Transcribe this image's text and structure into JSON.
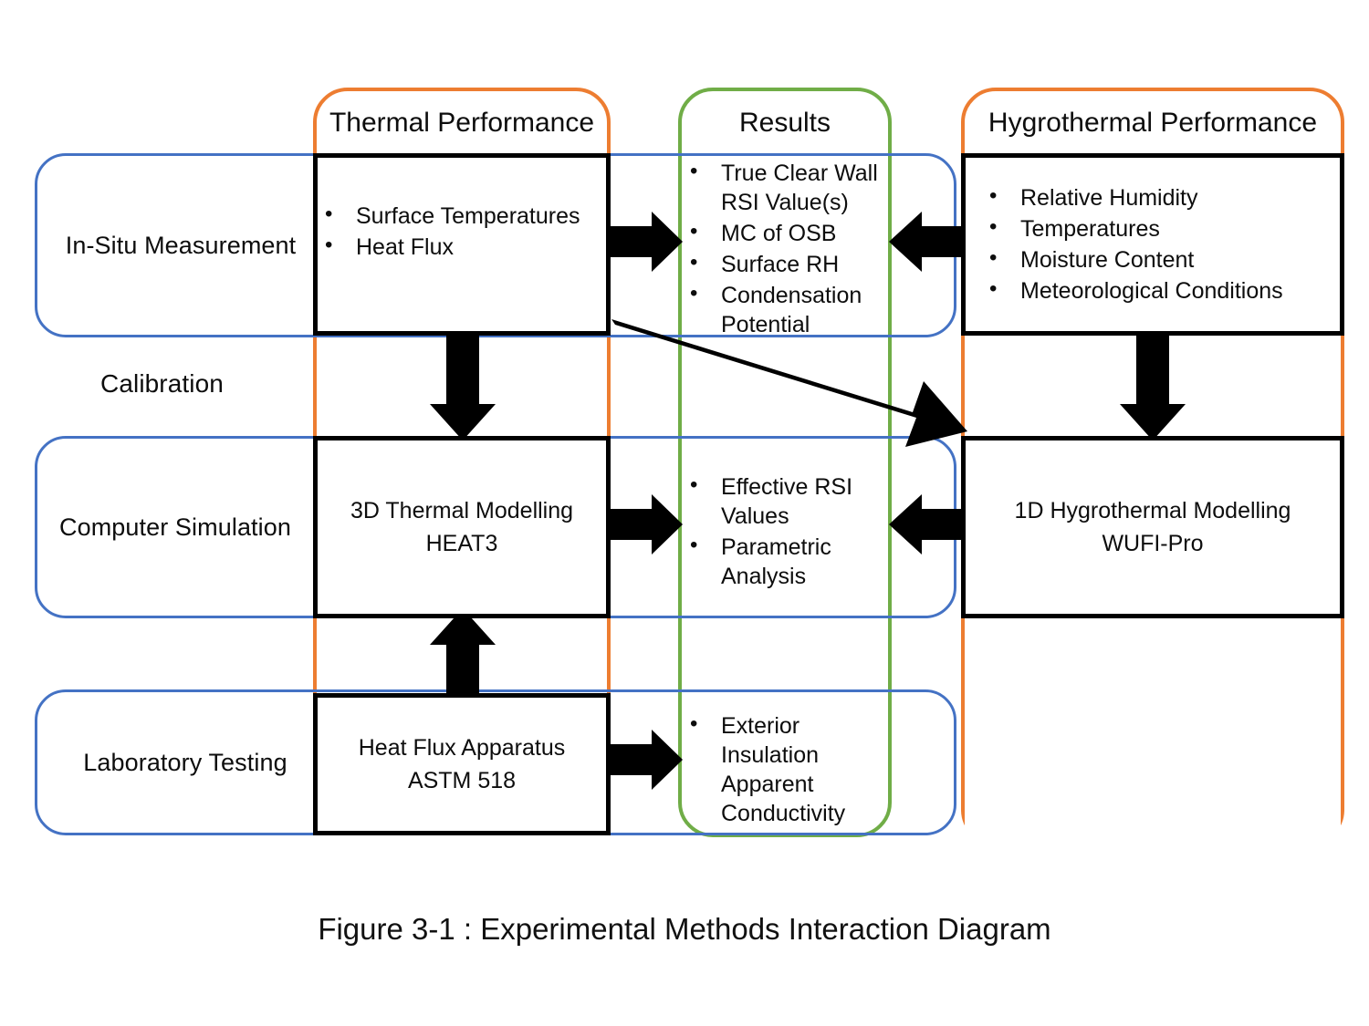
{
  "figure": {
    "caption": "Figure 3-1 : Experimental Methods Interaction Diagram"
  },
  "colors": {
    "lane_blue": "#4472C4",
    "column_orange": "#ED7D31",
    "column_green": "#70AD47",
    "box_black": "#000000",
    "background": "#FFFFFF"
  },
  "columns": [
    {
      "id": "thermal",
      "title": "Thermal Performance",
      "accent": "#ED7D31"
    },
    {
      "id": "results",
      "title": "Results",
      "accent": "#70AD47"
    },
    {
      "id": "hygrothermal",
      "title": "Hygrothermal Performance",
      "accent": "#ED7D31"
    }
  ],
  "lanes": [
    {
      "id": "in-situ",
      "label": "In-Situ Measurement"
    },
    {
      "id": "simulation",
      "label": "Computer Simulation"
    },
    {
      "id": "laboratory",
      "label": "Laboratory Testing"
    }
  ],
  "annotations": {
    "calibration": "Calibration"
  },
  "boxes": {
    "insitu_thermal": {
      "type": "bullets",
      "items": [
        "Surface Temperatures",
        "Heat Flux"
      ]
    },
    "insitu_results": {
      "type": "bullets",
      "items": [
        "True Clear Wall RSI Value(s)",
        "MC of OSB",
        "Surface RH",
        "Condensation Potential"
      ]
    },
    "insitu_hygrothermal": {
      "type": "bullets",
      "items": [
        "Relative Humidity",
        "Temperatures",
        "Moisture Content",
        "Meteorological Conditions"
      ]
    },
    "sim_thermal": {
      "type": "lines",
      "line1": "3D Thermal Modelling",
      "line2": "HEAT3"
    },
    "sim_results": {
      "type": "bullets",
      "items": [
        "Effective RSI Values",
        "Parametric Analysis"
      ]
    },
    "sim_hygrothermal": {
      "type": "lines",
      "line1": "1D Hygrothermal Modelling",
      "line2": "WUFI-Pro"
    },
    "lab_thermal": {
      "type": "lines",
      "line1": "Heat Flux Apparatus",
      "line2": "ASTM 518"
    },
    "lab_results": {
      "type": "bullets",
      "items": [
        "Exterior Insulation Apparent Conductivity"
      ]
    }
  },
  "arrows": [
    {
      "id": "insitu-thermal-to-results",
      "direction": "right"
    },
    {
      "id": "insitu-hygrothermal-to-results",
      "direction": "left"
    },
    {
      "id": "thermal-calibration-down",
      "direction": "down"
    },
    {
      "id": "hygrothermal-calibration-down",
      "direction": "down"
    },
    {
      "id": "insitu-thermal-to-hygro-sim",
      "direction": "diagonal-down-right"
    },
    {
      "id": "sim-thermal-to-results",
      "direction": "right"
    },
    {
      "id": "sim-hygrothermal-to-results",
      "direction": "left"
    },
    {
      "id": "lab-thermal-up-to-sim",
      "direction": "up"
    },
    {
      "id": "lab-thermal-to-results",
      "direction": "right"
    }
  ]
}
